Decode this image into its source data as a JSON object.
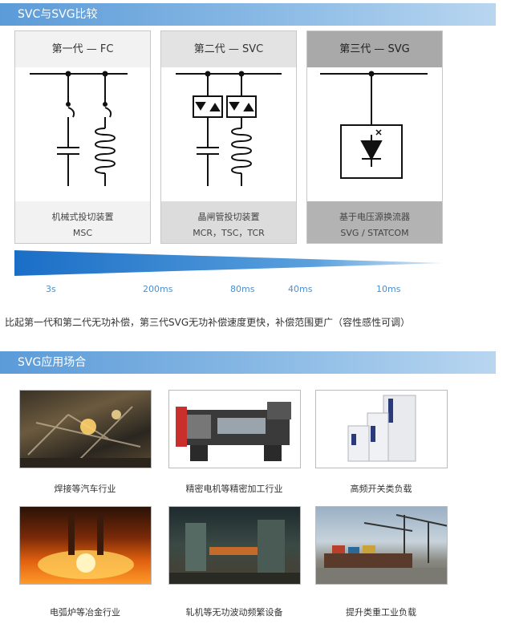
{
  "section1": {
    "title": "SVC与SVG比较"
  },
  "cards": [
    {
      "title": "第一代 — FC",
      "line1": "机械式投切装置",
      "line2": "MSC"
    },
    {
      "title": "第二代 — SVC",
      "line1": "晶闸管投切装置",
      "line2": "MCR，TSC，TCR"
    },
    {
      "title": "第三代 — SVG",
      "line1": "基于电压源换流器",
      "line2": "SVG / STATCOM"
    }
  ],
  "timeline": {
    "ticks": [
      "3s",
      "200ms",
      "80ms",
      "40ms",
      "10ms"
    ],
    "color": "#2f7fd0"
  },
  "summary": "比起第一代和第二代无功补偿，第三代SVG无功补偿速度更快，补偿范围更广（容性感性可调）",
  "section2": {
    "title": "SVG应用场合"
  },
  "applications": [
    {
      "caption": "焊接等汽车行业",
      "icon": "welding-photo"
    },
    {
      "caption": "精密电机等精密加工行业",
      "icon": "cnc-machine-photo"
    },
    {
      "caption": "高频开关类负载",
      "icon": "cabinet-photo"
    },
    {
      "caption": "电弧炉等冶金行业",
      "icon": "furnace-photo"
    },
    {
      "caption": "轧机等无功波动频繁设备",
      "icon": "rolling-mill-photo"
    },
    {
      "caption": "提升类重工业负载",
      "icon": "port-crane-photo"
    }
  ]
}
